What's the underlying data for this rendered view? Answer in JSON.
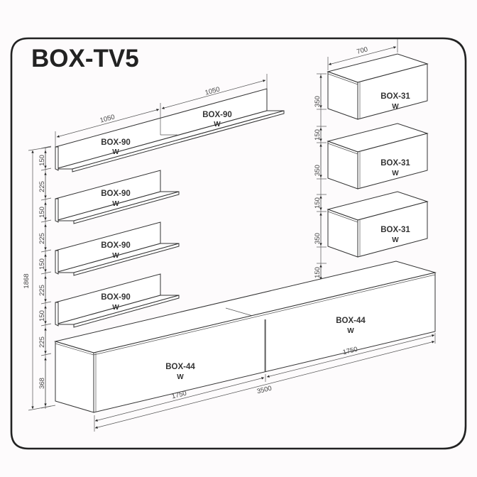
{
  "title": "BOX-TV5",
  "colors": {
    "background": "#fdfbfc",
    "frame": "#222222",
    "line": "#333333",
    "text": "#333333"
  },
  "top_shelves": {
    "left": {
      "label": "BOX-90",
      "sub": "W",
      "width_dim": "1050"
    },
    "right": {
      "label": "BOX-90",
      "sub": "W",
      "width_dim": "1050"
    }
  },
  "shelves": [
    {
      "label": "BOX-90",
      "sub": "W"
    },
    {
      "label": "BOX-90",
      "sub": "W"
    },
    {
      "label": "BOX-90",
      "sub": "W"
    }
  ],
  "wall_cabinets": {
    "width_dim": "700",
    "items": [
      {
        "label": "BOX-31",
        "sub": "W",
        "height_dim": "350",
        "gap_dim": "150"
      },
      {
        "label": "BOX-31",
        "sub": "W",
        "height_dim": "350",
        "gap_dim": "150"
      },
      {
        "label": "BOX-31",
        "sub": "W",
        "height_dim": "350",
        "gap_dim": "150"
      }
    ]
  },
  "tv_units": {
    "left": {
      "label": "BOX-44",
      "sub": "W",
      "width_dim": "1750"
    },
    "right": {
      "label": "BOX-44",
      "sub": "W",
      "width_dim": "1750"
    },
    "total_width_dim": "3500"
  },
  "left_dimensions": {
    "total": "1868",
    "segments": [
      "150",
      "225",
      "150",
      "225",
      "150",
      "225",
      "150",
      "225",
      "368"
    ]
  }
}
